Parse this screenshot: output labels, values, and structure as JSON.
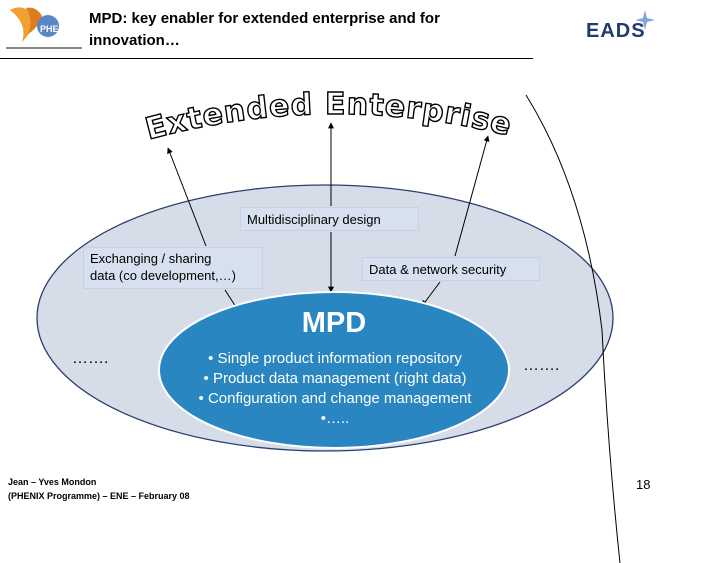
{
  "header": {
    "title": "MPD: key enabler for extended enterprise and for\ninnovation…",
    "logo_left_text": "PHENIX",
    "logo_right_text": "EADS"
  },
  "diagram": {
    "banner_text": "Extended Enterprise",
    "center_title": "MPD",
    "center_bullets": [
      "• Single product information repository",
      "• Product data management (right data)",
      "• Configuration and change management",
      "•….."
    ],
    "boxes": {
      "multidisciplinary": "Multidisciplinary design",
      "exchanging": "Exchanging / sharing\ndata (co development,…)",
      "security": "Data & network security"
    },
    "ellipsis_left": "…….",
    "ellipsis_right": "……."
  },
  "footer": {
    "author": "Jean – Yves Mondon\n(PHENIX Programme) – ENE – February 08",
    "page_number": "18"
  },
  "colors": {
    "outer_ellipse": "#d6dce8",
    "inner_ellipse": "#2a86c0",
    "box": "#d6e0ef"
  }
}
